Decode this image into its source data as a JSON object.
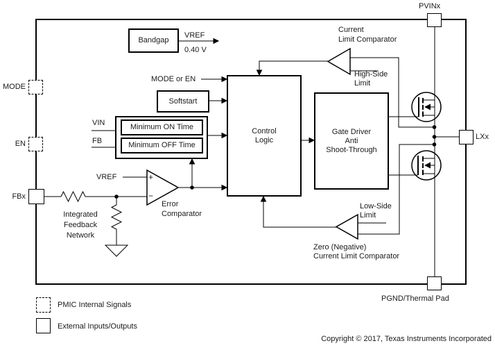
{
  "pins": {
    "pvinx": "PVINx",
    "lxx": "LXx",
    "pgnd": "PGND/Thermal Pad",
    "mode": "MODE",
    "en": "EN",
    "fbx": "FBx"
  },
  "blocks": {
    "bandgap": {
      "label": "Bandgap",
      "out_name": "VREF",
      "out_value": "0.40 V"
    },
    "softstart": {
      "label": "Softstart"
    },
    "min_on": {
      "label": "Minimum ON Time"
    },
    "min_off": {
      "label": "Minimum OFF Time"
    },
    "control_logic": {
      "line1": "Control",
      "line2": "Logic"
    },
    "gate_driver": {
      "line1": "Gate Driver",
      "line2": "Anti",
      "line3": "Shoot-Through"
    }
  },
  "signals": {
    "mode_or_en": "MODE or EN",
    "vin": "VIN",
    "fb": "FB",
    "vref": "VREF",
    "plus": "+",
    "minus": "−"
  },
  "comparators": {
    "error": {
      "line1": "Error",
      "line2": "Comparator"
    },
    "current_limit": {
      "line1": "Current",
      "line2": "Limit Comparator",
      "ref_line1": "High-Side",
      "ref_line2": "Limit"
    },
    "zero_current": {
      "line1": "Zero (Negative)",
      "line2": "Current Limit Comparator",
      "ref_line1": "Low-Side",
      "ref_line2": "Limit"
    }
  },
  "feedback_network": {
    "line1": "Integrated",
    "line2": "Feedback",
    "line3": "Network"
  },
  "legend": {
    "internal": "PMIC Internal Signals",
    "external": "External Inputs/Outputs"
  },
  "footer": {
    "copyright": "Copyright © 2017, Texas Instruments Incorporated"
  },
  "colors": {
    "line": "#000000",
    "text": "#1a1a1a",
    "background": "#ffffff"
  }
}
